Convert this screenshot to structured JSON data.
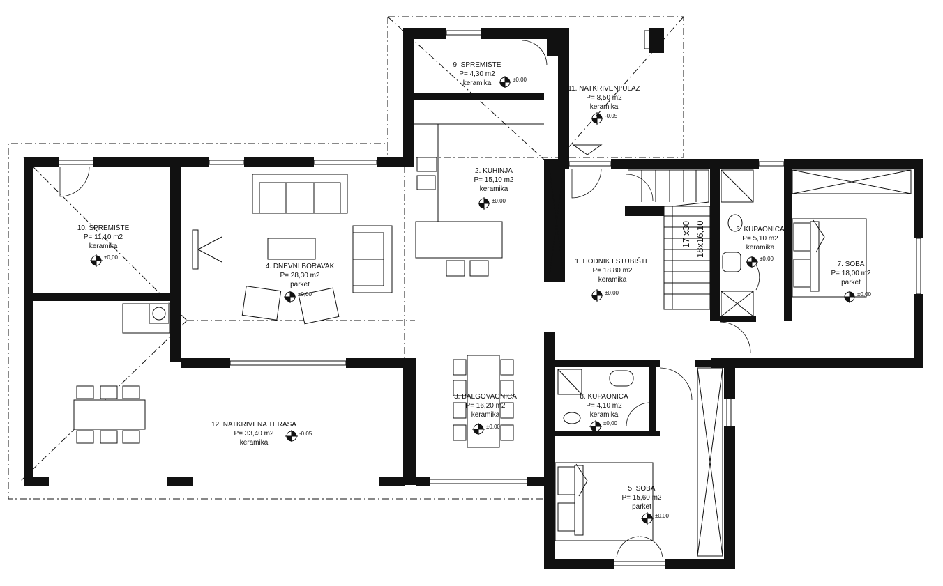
{
  "rooms": [
    {
      "id": "r1",
      "name": "1. HODNIK I STUBIŠTE",
      "area": "P= 18,80  m2",
      "floor": "keramika",
      "level": "±0,00"
    },
    {
      "id": "r2",
      "name": "2. KUHINJA",
      "area": "P= 15,10 m2",
      "floor": "keramika",
      "level": "±0,00"
    },
    {
      "id": "r3",
      "name": "3. BALGOVAONICA",
      "area": "P= 16,20  m2",
      "floor": "keramika",
      "level": "±0,00"
    },
    {
      "id": "r4",
      "name": "4. DNEVNI BORAVAK",
      "area": "P= 28,30 m2",
      "floor": "parket",
      "level": "±0,00"
    },
    {
      "id": "r5",
      "name": "5. SOBA",
      "area": "P= 15,60  m2",
      "floor": "parket",
      "level": "±0,00"
    },
    {
      "id": "r6",
      "name": "6. KUPAONICA",
      "area": "P= 5,10  m2",
      "floor": "keramika",
      "level": "±0,00"
    },
    {
      "id": "r7",
      "name": "7. SOBA",
      "area": "P= 18,00  m2",
      "floor": "parket",
      "level": "±0,00"
    },
    {
      "id": "r8",
      "name": "8. KUPAONICA",
      "area": "P= 4,10  m2",
      "floor": "keramika",
      "level": "±0,00"
    },
    {
      "id": "r9",
      "name": "9. SPREMIŠTE",
      "area": "P= 4,30  m2",
      "floor": "keramika",
      "level": "±0,00"
    },
    {
      "id": "r10",
      "name": "10. SPREMIŠTE",
      "area": "P= 11,10  m2",
      "floor": "keramika",
      "level": "±0,00"
    },
    {
      "id": "r11",
      "name": "11. NATKRIVENI ULAZ",
      "area": "P= 8,50  m2",
      "floor": "keramika",
      "level": "-0,05"
    },
    {
      "id": "r12",
      "name": "12. NATKRIVENA TERASA",
      "area": "P= 33,40  m2",
      "floor": "keramika",
      "level": "-0,05"
    }
  ],
  "stairs": {
    "steps": "17 x30",
    "rise": "18x16,10"
  },
  "colors": {
    "wall": "#111111",
    "background": "#ffffff"
  }
}
